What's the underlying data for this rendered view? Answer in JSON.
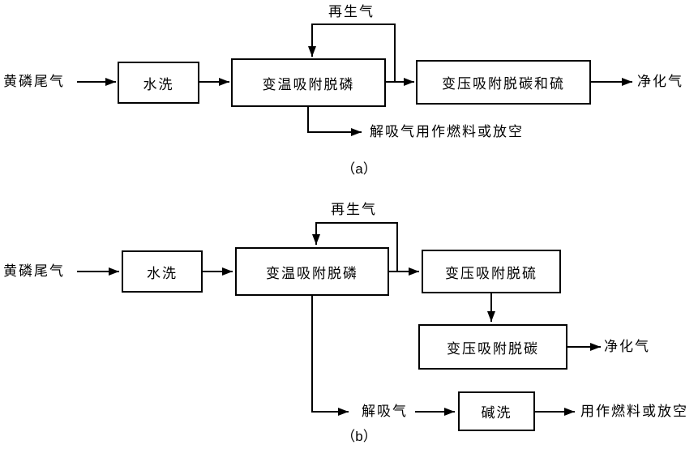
{
  "colors": {
    "line": "#000000",
    "text": "#000000",
    "background": "#ffffff"
  },
  "diagram_a": {
    "caption": "（a）",
    "labels": {
      "regen_gas": "再生气",
      "input": "黄磷尾气",
      "output": "净化气",
      "desorb": "解吸气用作燃料或放空"
    },
    "boxes": {
      "water_wash": "水洗",
      "tsa_dephosphorization": "变温吸附脱磷",
      "psa_decarb_sulfur": "变压吸附脱碳和硫"
    }
  },
  "diagram_b": {
    "caption": "（b）",
    "labels": {
      "regen_gas": "再生气",
      "input": "黄磷尾气",
      "output": "净化气",
      "desorb": "解吸气",
      "fuel_or_vent": "用作燃料或放空"
    },
    "boxes": {
      "water_wash": "水洗",
      "tsa_dephosphorization": "变温吸附脱磷",
      "psa_desulfurization": "变压吸附脱硫",
      "psa_decarbonization": "变压吸附脱碳",
      "alkali_wash": "碱洗"
    }
  }
}
